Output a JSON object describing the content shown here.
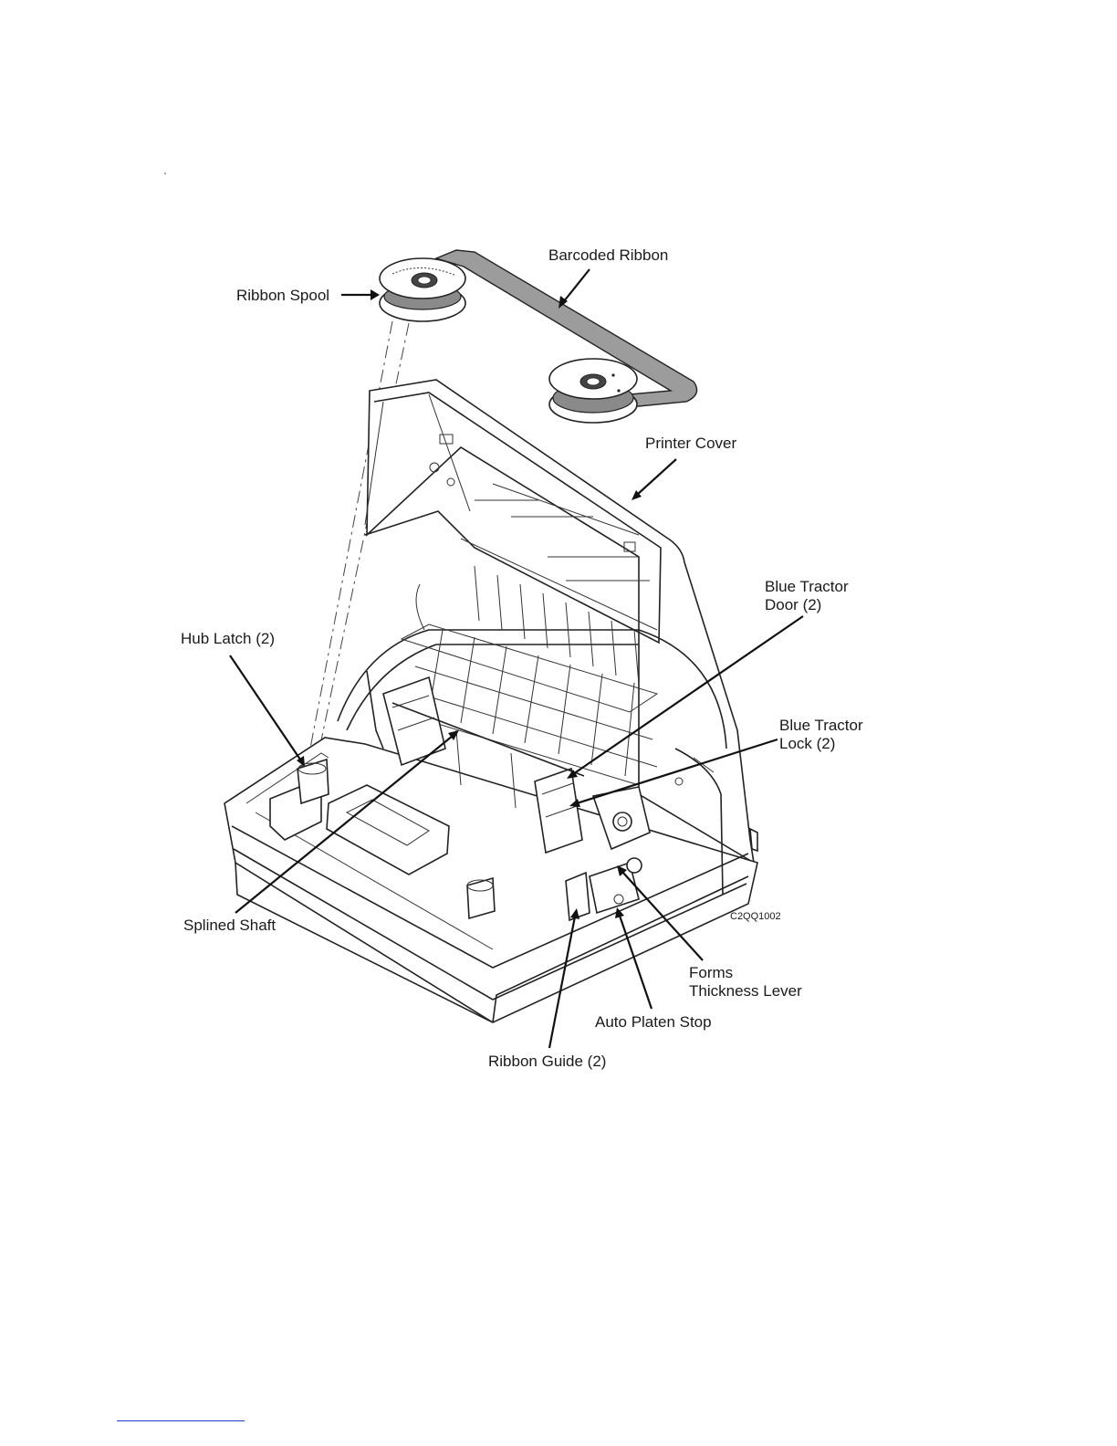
{
  "figure": {
    "code": "C2QQ1002",
    "callouts": {
      "barcoded_ribbon": "Barcoded Ribbon",
      "ribbon_spool": "Ribbon Spool",
      "printer_cover": "Printer Cover",
      "blue_tractor_door_line1": "Blue Tractor",
      "blue_tractor_door_line2": "Door (2)",
      "hub_latch": "Hub Latch (2)",
      "blue_tractor_lock_line1": "Blue Tractor",
      "blue_tractor_lock_line2": "Lock (2)",
      "splined_shaft": "Splined Shaft",
      "forms_thickness_line1": "Forms",
      "forms_thickness_line2": "Thickness Lever",
      "auto_platen_stop": "Auto Platen Stop",
      "ribbon_guide": "Ribbon Guide (2)"
    }
  },
  "colors": {
    "ink": "#1a1a1a",
    "ribbon_fill": "#9c9c9c",
    "footer_rule": "#1a3cc8"
  }
}
